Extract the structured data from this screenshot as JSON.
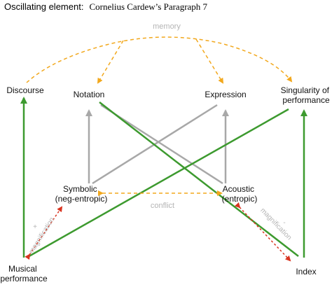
{
  "title": {
    "prefix": "Oscillating element:",
    "work": "Cornelius Cardew’s Paragraph 7"
  },
  "nodes": {
    "discourse": [
      "Discourse"
    ],
    "notation": [
      "Notation"
    ],
    "expression": [
      "Expression"
    ],
    "singularity": [
      "Singularity of",
      "performance"
    ],
    "symbolic": [
      "Symbolic",
      "(neg-entropic)"
    ],
    "acoustic": [
      "Acoustic",
      "(entropic)"
    ],
    "musical_performance": [
      "Musical",
      "performance"
    ],
    "index": [
      "Index"
    ]
  },
  "relations": {
    "memory": "memory",
    "conflict": "conflict",
    "magnification_left": {
      "sign": "+",
      "label": "magnification"
    },
    "magnification_right": {
      "sign": "-",
      "label": "magnification"
    }
  },
  "colors": {
    "green": "#3d9a2f",
    "gray": "#a8a8a8",
    "dark_gray": "#555555",
    "orange": "#f2a81d",
    "red": "#d9331f",
    "faded_label": "#b4b4b4",
    "text": "#111111"
  }
}
